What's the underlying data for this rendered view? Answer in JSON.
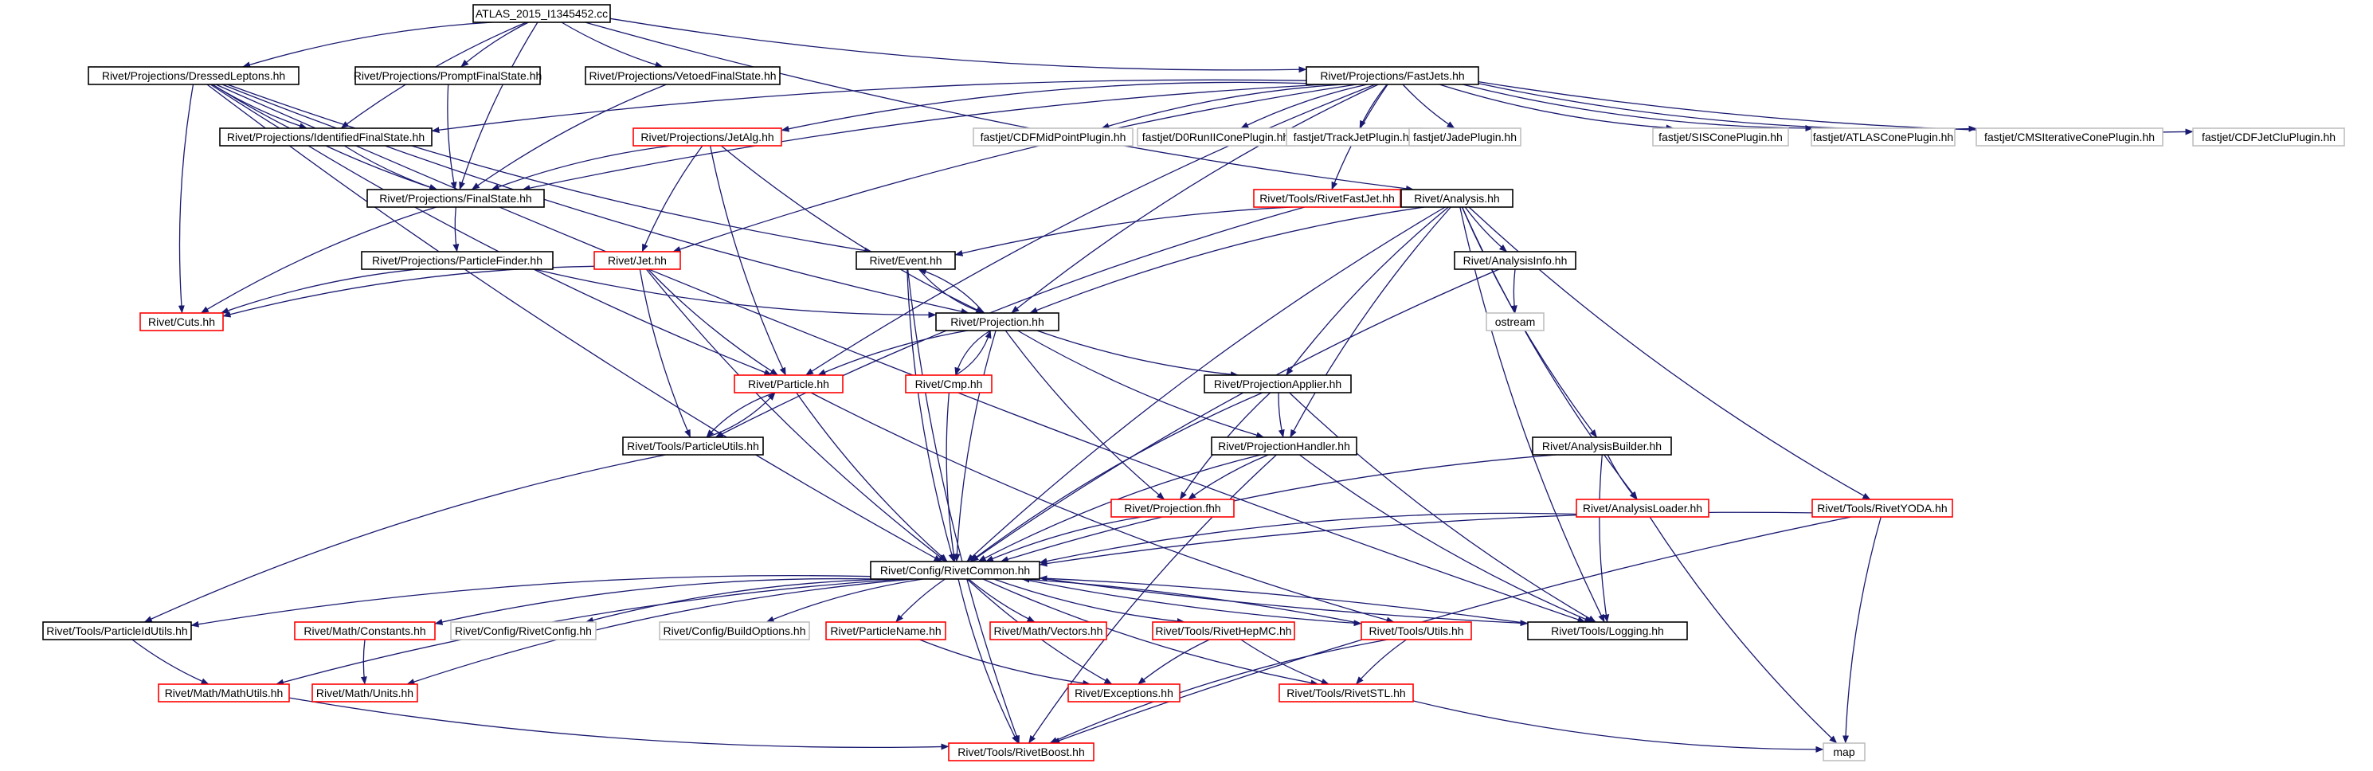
{
  "colors": {
    "edge": "#191970",
    "box_default": "#000000",
    "box_incomplete": "#ff0000",
    "box_external": "#bfbfbf",
    "root_fill": "#bfbfbf"
  },
  "nodes": [
    {
      "id": "root",
      "label": "ATLAS_2015_I1345452.cc",
      "style": "root"
    },
    {
      "id": "dressed",
      "label": "Rivet/Projections/DressedLeptons.hh",
      "style": "default"
    },
    {
      "id": "prompt",
      "label": "Rivet/Projections/PromptFinalState.hh",
      "style": "default"
    },
    {
      "id": "vetoed",
      "label": "Rivet/Projections/VetoedFinalState.hh",
      "style": "default"
    },
    {
      "id": "fastjets",
      "label": "Rivet/Projections/FastJets.hh",
      "style": "default"
    },
    {
      "id": "identified",
      "label": "Rivet/Projections/IdentifiedFinalState.hh",
      "style": "default"
    },
    {
      "id": "jetalg",
      "label": "Rivet/Projections/JetAlg.hh",
      "style": "incomplete"
    },
    {
      "id": "cdfmid",
      "label": "fastjet/CDFMidPointPlugin.hh",
      "style": "external"
    },
    {
      "id": "d0run",
      "label": "fastjet/D0RunIIConePlugin.hh",
      "style": "external"
    },
    {
      "id": "trackjet",
      "label": "fastjet/TrackJetPlugin.hh",
      "style": "external"
    },
    {
      "id": "jade",
      "label": "fastjet/JadePlugin.hh",
      "style": "external"
    },
    {
      "id": "siscone",
      "label": "fastjet/SISConePlugin.hh",
      "style": "external"
    },
    {
      "id": "atlascone",
      "label": "fastjet/ATLASConePlugin.hh",
      "style": "external"
    },
    {
      "id": "cmsit",
      "label": "fastjet/CMSIterativeConePlugin.hh",
      "style": "external"
    },
    {
      "id": "cdfjetclu",
      "label": "fastjet/CDFJetCluPlugin.hh",
      "style": "external"
    },
    {
      "id": "finalstate",
      "label": "Rivet/Projections/FinalState.hh",
      "style": "default"
    },
    {
      "id": "rivetfastjet",
      "label": "Rivet/Tools/RivetFastJet.hh",
      "style": "incomplete"
    },
    {
      "id": "analysis",
      "label": "Rivet/Analysis.hh",
      "style": "default"
    },
    {
      "id": "particlefinder",
      "label": "Rivet/Projections/ParticleFinder.hh",
      "style": "default"
    },
    {
      "id": "jet",
      "label": "Rivet/Jet.hh",
      "style": "incomplete"
    },
    {
      "id": "event",
      "label": "Rivet/Event.hh",
      "style": "default"
    },
    {
      "id": "analysisinfo",
      "label": "Rivet/AnalysisInfo.hh",
      "style": "default"
    },
    {
      "id": "cuts",
      "label": "Rivet/Cuts.hh",
      "style": "incomplete"
    },
    {
      "id": "projection",
      "label": "Rivet/Projection.hh",
      "style": "default"
    },
    {
      "id": "ostream",
      "label": "ostream",
      "style": "external"
    },
    {
      "id": "cmp",
      "label": "Rivet/Cmp.hh",
      "style": "incomplete"
    },
    {
      "id": "particle",
      "label": "Rivet/Particle.hh",
      "style": "incomplete"
    },
    {
      "id": "projapplier",
      "label": "Rivet/ProjectionApplier.hh",
      "style": "default"
    },
    {
      "id": "particleutils",
      "label": "Rivet/Tools/ParticleUtils.hh",
      "style": "default"
    },
    {
      "id": "projhandler",
      "label": "Rivet/ProjectionHandler.hh",
      "style": "default"
    },
    {
      "id": "analysisbuilder",
      "label": "Rivet/AnalysisBuilder.hh",
      "style": "default"
    },
    {
      "id": "projfhh",
      "label": "Rivet/Projection.fhh",
      "style": "incomplete"
    },
    {
      "id": "analysisloader",
      "label": "Rivet/AnalysisLoader.hh",
      "style": "incomplete"
    },
    {
      "id": "rivetyoda",
      "label": "Rivet/Tools/RivetYODA.hh",
      "style": "incomplete"
    },
    {
      "id": "rivetcommon",
      "label": "Rivet/Config/RivetCommon.hh",
      "style": "default"
    },
    {
      "id": "particleidutils",
      "label": "Rivet/Tools/ParticleIdUtils.hh",
      "style": "default"
    },
    {
      "id": "constants",
      "label": "Rivet/Math/Constants.hh",
      "style": "incomplete"
    },
    {
      "id": "rivetconfig",
      "label": "Rivet/Config/RivetConfig.hh",
      "style": "external"
    },
    {
      "id": "buildoptions",
      "label": "Rivet/Config/BuildOptions.hh",
      "style": "external"
    },
    {
      "id": "particlename",
      "label": "Rivet/ParticleName.hh",
      "style": "incomplete"
    },
    {
      "id": "vectors",
      "label": "Rivet/Math/Vectors.hh",
      "style": "incomplete"
    },
    {
      "id": "rivethepmc",
      "label": "Rivet/Tools/RivetHepMC.hh",
      "style": "incomplete"
    },
    {
      "id": "utils",
      "label": "Rivet/Tools/Utils.hh",
      "style": "incomplete"
    },
    {
      "id": "logging",
      "label": "Rivet/Tools/Logging.hh",
      "style": "default"
    },
    {
      "id": "mathutils",
      "label": "Rivet/Math/MathUtils.hh",
      "style": "incomplete"
    },
    {
      "id": "units",
      "label": "Rivet/Math/Units.hh",
      "style": "incomplete"
    },
    {
      "id": "exceptions",
      "label": "Rivet/Exceptions.hh",
      "style": "incomplete"
    },
    {
      "id": "rivetstl",
      "label": "Rivet/Tools/RivetSTL.hh",
      "style": "incomplete"
    },
    {
      "id": "map",
      "label": "map",
      "style": "external"
    },
    {
      "id": "rivetboost",
      "label": "Rivet/Tools/RivetBoost.hh",
      "style": "incomplete"
    }
  ],
  "edges": [
    [
      "root",
      "dressed"
    ],
    [
      "root",
      "prompt"
    ],
    [
      "root",
      "vetoed"
    ],
    [
      "root",
      "fastjets"
    ],
    [
      "root",
      "finalstate"
    ],
    [
      "root",
      "identified"
    ],
    [
      "root",
      "analysis"
    ],
    [
      "dressed",
      "finalstate"
    ],
    [
      "dressed",
      "identified"
    ],
    [
      "dressed",
      "event"
    ],
    [
      "dressed",
      "projection"
    ],
    [
      "dressed",
      "cuts"
    ],
    [
      "dressed",
      "particle"
    ],
    [
      "dressed",
      "rivetcommon"
    ],
    [
      "dressed",
      "logging"
    ],
    [
      "prompt",
      "finalstate"
    ],
    [
      "vetoed",
      "finalstate"
    ],
    [
      "identified",
      "finalstate"
    ],
    [
      "fastjets",
      "jetalg"
    ],
    [
      "fastjets",
      "cdfmid"
    ],
    [
      "fastjets",
      "d0run"
    ],
    [
      "fastjets",
      "trackjet"
    ],
    [
      "fastjets",
      "jade"
    ],
    [
      "fastjets",
      "siscone"
    ],
    [
      "fastjets",
      "atlascone"
    ],
    [
      "fastjets",
      "cmsit"
    ],
    [
      "fastjets",
      "cdfjetclu"
    ],
    [
      "fastjets",
      "rivetfastjet"
    ],
    [
      "fastjets",
      "finalstate"
    ],
    [
      "fastjets",
      "jet"
    ],
    [
      "fastjets",
      "projection"
    ],
    [
      "fastjets",
      "particle"
    ],
    [
      "fastjets",
      "identified"
    ],
    [
      "jetalg",
      "finalstate"
    ],
    [
      "jetalg",
      "jet"
    ],
    [
      "jetalg",
      "particle"
    ],
    [
      "jetalg",
      "projection"
    ],
    [
      "finalstate",
      "particlefinder"
    ],
    [
      "finalstate",
      "cuts"
    ],
    [
      "particlefinder",
      "projection"
    ],
    [
      "particlefinder",
      "cuts"
    ],
    [
      "rivetfastjet",
      "particleutils"
    ],
    [
      "analysis",
      "event"
    ],
    [
      "analysis",
      "analysisinfo"
    ],
    [
      "analysis",
      "projection"
    ],
    [
      "analysis",
      "projapplier"
    ],
    [
      "analysis",
      "projhandler"
    ],
    [
      "analysis",
      "analysisbuilder"
    ],
    [
      "analysis",
      "analysisloader"
    ],
    [
      "analysis",
      "rivetyoda"
    ],
    [
      "analysis",
      "logging"
    ],
    [
      "analysis",
      "rivetcommon"
    ],
    [
      "analysisinfo",
      "ostream"
    ],
    [
      "analysisinfo",
      "rivetcommon"
    ],
    [
      "jet",
      "cuts"
    ],
    [
      "jet",
      "particle"
    ],
    [
      "jet",
      "particleutils"
    ],
    [
      "jet",
      "rivetcommon"
    ],
    [
      "event",
      "projection"
    ],
    [
      "event",
      "rivetcommon"
    ],
    [
      "event",
      "rivetboost"
    ],
    [
      "projection",
      "event"
    ],
    [
      "projection",
      "cmp"
    ],
    [
      "projection",
      "particle"
    ],
    [
      "projection",
      "projapplier"
    ],
    [
      "projection",
      "projhandler"
    ],
    [
      "projection",
      "projfhh"
    ],
    [
      "projection",
      "rivetcommon"
    ],
    [
      "cmp",
      "projection"
    ],
    [
      "cmp",
      "rivetcommon"
    ],
    [
      "particle",
      "particleutils"
    ],
    [
      "particle",
      "rivetcommon"
    ],
    [
      "particle",
      "utils"
    ],
    [
      "particleutils",
      "particle"
    ],
    [
      "particleutils",
      "particleidutils"
    ],
    [
      "projapplier",
      "projhandler"
    ],
    [
      "projapplier",
      "projfhh"
    ],
    [
      "projapplier",
      "rivetcommon"
    ],
    [
      "projapplier",
      "logging"
    ],
    [
      "projhandler",
      "projfhh"
    ],
    [
      "projhandler",
      "rivetcommon"
    ],
    [
      "projhandler",
      "logging"
    ],
    [
      "projhandler",
      "rivetboost"
    ],
    [
      "projfhh",
      "rivetcommon"
    ],
    [
      "analysisbuilder",
      "analysisloader"
    ],
    [
      "analysisbuilder",
      "rivetcommon"
    ],
    [
      "analysisbuilder",
      "logging"
    ],
    [
      "analysisloader",
      "rivetcommon"
    ],
    [
      "analysisloader",
      "map"
    ],
    [
      "rivetyoda",
      "rivetcommon"
    ],
    [
      "rivetyoda",
      "map"
    ],
    [
      "rivetyoda",
      "rivetboost"
    ],
    [
      "rivetcommon",
      "particleidutils"
    ],
    [
      "rivetcommon",
      "mathutils"
    ],
    [
      "rivetcommon",
      "units"
    ],
    [
      "rivetcommon",
      "constants"
    ],
    [
      "rivetcommon",
      "rivetconfig"
    ],
    [
      "rivetcommon",
      "buildoptions"
    ],
    [
      "rivetcommon",
      "particlename"
    ],
    [
      "rivetcommon",
      "vectors"
    ],
    [
      "rivetcommon",
      "rivethepmc"
    ],
    [
      "rivetcommon",
      "utils"
    ],
    [
      "rivetcommon",
      "logging"
    ],
    [
      "rivetcommon",
      "exceptions"
    ],
    [
      "rivetcommon",
      "rivetstl"
    ],
    [
      "rivetcommon",
      "rivetboost"
    ],
    [
      "particleidutils",
      "mathutils"
    ],
    [
      "constants",
      "units"
    ],
    [
      "particlename",
      "exceptions"
    ],
    [
      "rivethepmc",
      "exceptions"
    ],
    [
      "rivethepmc",
      "rivetstl"
    ],
    [
      "utils",
      "rivetcommon"
    ],
    [
      "utils",
      "rivetstl"
    ],
    [
      "utils",
      "rivetboost"
    ],
    [
      "logging",
      "rivetcommon"
    ],
    [
      "mathutils",
      "rivetboost"
    ],
    [
      "rivetstl",
      "map"
    ]
  ]
}
